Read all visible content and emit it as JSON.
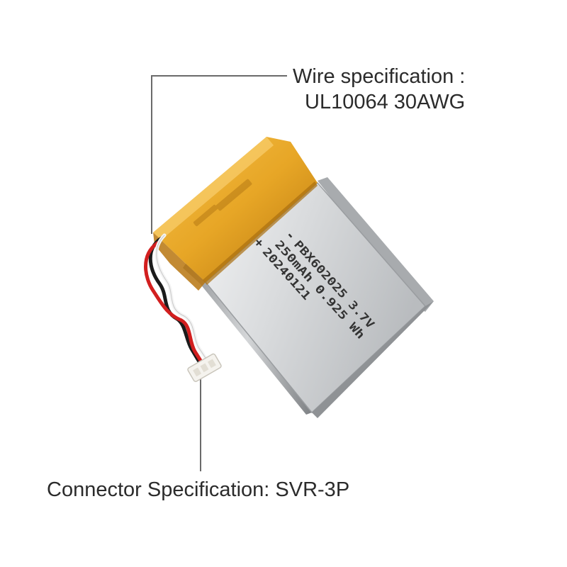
{
  "wire_callout": {
    "line1": "Wire specification :",
    "line2": "UL10064 30AWG"
  },
  "connector_callout": {
    "text": "Connector Specification: SVR-3P"
  },
  "battery_label": {
    "line1": "PBX602025 3.7V",
    "line2": "250mAh 0.925 Wh",
    "line3": "20240121",
    "minus_sign": "-",
    "plus_sign": "+"
  },
  "colors": {
    "tape": "#e7a626",
    "tape_dark": "#c27f12",
    "cell_body": "#d9dbdd",
    "cell_edge": "#9a9da0",
    "wire_red": "#d21f1f",
    "wire_black": "#1b1b1b",
    "wire_white": "#f4f4f4",
    "connector": "#f5f3ee",
    "callout_line": "#6a6a6a"
  }
}
